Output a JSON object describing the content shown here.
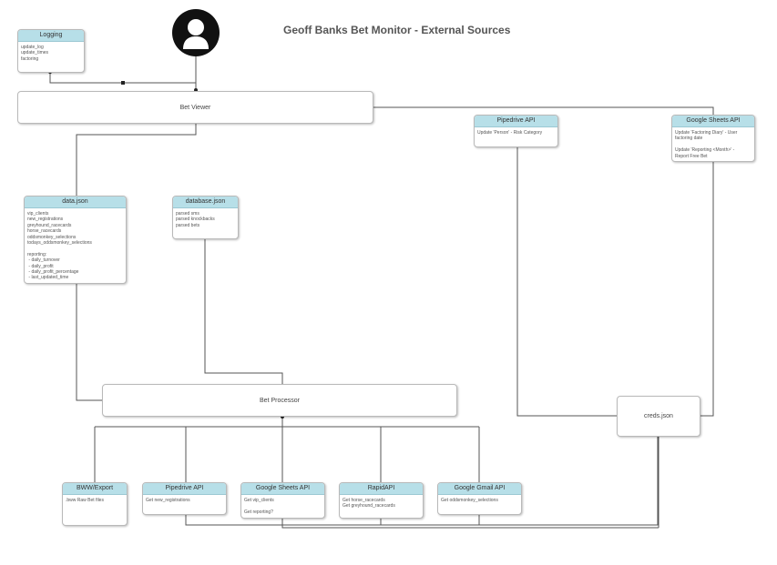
{
  "title": "Geoff Banks Bet Monitor - External Sources",
  "nodes": {
    "logging": {
      "title": "Logging",
      "body": "update_log\nupdate_times\nfactoring"
    },
    "bet_viewer": {
      "label": "Bet Viewer"
    },
    "data_json": {
      "title": "data.json",
      "body": "vip_clients\nnew_registrations\ngreyhound_racecards\nhorse_racecards\noddsmonkey_selections\ntodays_oddsmonkey_selections\n\nreporting:\n - daily_turnover\n - daily_profit\n - daily_profit_percentage\n - last_updated_time"
    },
    "database_json": {
      "title": "database.json",
      "body": "parsed sms\nparsed knockbacks\nparsed bets"
    },
    "pipedrive_top": {
      "title": "Pipedrive API",
      "body": "Update 'Person' - Risk Category"
    },
    "sheets_top": {
      "title": "Google Sheets API",
      "body": "Update 'Factoring Diary' - User\nfactoring date\n\nUpdate 'Reporting <Month>' -\nReport Free Bet"
    },
    "bet_processor": {
      "label": "Bet Processor"
    },
    "creds_json": {
      "label": "creds.json"
    },
    "bww_export": {
      "title": "BWW/Export",
      "body": ".bww Raw Bet files"
    },
    "pipedrive_bottom": {
      "title": "Pipedrive API",
      "body": "Get new_registrations"
    },
    "sheets_bottom": {
      "title": "Google Sheets API",
      "body": "Get vip_clients\n\nGet reporting?"
    },
    "rapid_api": {
      "title": "RapidAPI",
      "body": "Get horse_racecards\nGet greyhound_racecards"
    },
    "gmail_api": {
      "title": "Google Gmail API",
      "body": "Get oddsmonkey_selections"
    }
  },
  "colors": {
    "header": "#b7dfe8",
    "border": "#b9b9b9",
    "line": "#555555",
    "title": "#555555"
  },
  "icons": {
    "user": "user-silhouette-icon"
  }
}
